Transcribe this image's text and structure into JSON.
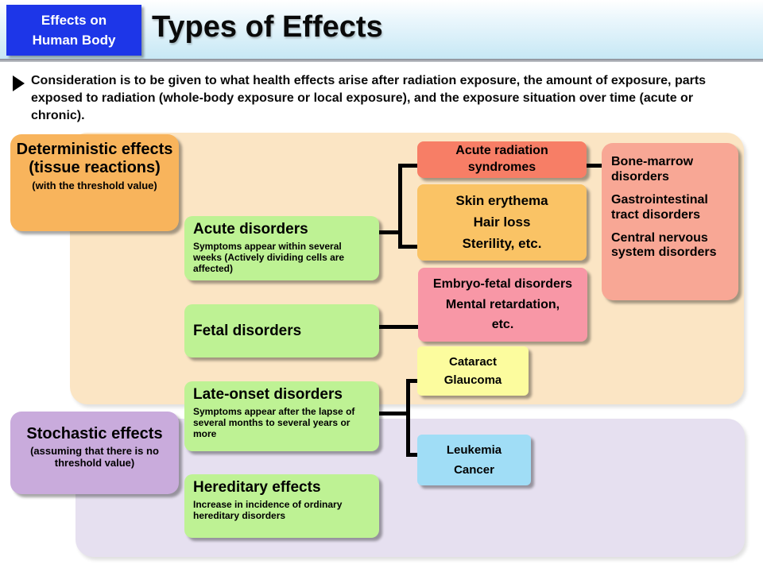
{
  "header": {
    "badge_line1": "Effects on",
    "badge_line2": "Human Body",
    "title": "Types of Effects"
  },
  "intro": "Consideration is to be given to what health effects arise after radiation exposure, the amount of exposure, parts exposed to radiation (whole-body exposure or local exposure), and the exposure situation over time (acute or chronic).",
  "categories": {
    "deterministic": {
      "title": "Deterministic effects (tissue reactions)",
      "note": "(with the threshold value)"
    },
    "stochastic": {
      "title": "Stochastic effects",
      "note": "(assuming that there is no threshold value)"
    }
  },
  "disorders": {
    "acute": {
      "title": "Acute disorders",
      "description": "Symptoms appear within several weeks (Actively dividing cells are affected)"
    },
    "fetal": {
      "title": "Fetal disorders"
    },
    "late_onset": {
      "title": "Late-onset disorders",
      "description": "Symptoms appear after the lapse of several months to several years or more"
    },
    "hereditary": {
      "title": "Hereditary effects",
      "description": "Increase in incidence of ordinary hereditary disorders"
    }
  },
  "outcomes": {
    "acute_radiation_syndromes": {
      "label": "Acute radiation syndromes"
    },
    "acute_symptoms": {
      "lines": [
        "Skin erythema",
        "Hair loss",
        "Sterility, etc."
      ]
    },
    "severe_syndromes": {
      "lines": [
        "Bone-marrow disorders",
        "Gastrointestinal tract disorders",
        "Central nervous system disorders"
      ]
    },
    "embryo_fetal": {
      "lines": [
        "Embryo-fetal disorders",
        "Mental retardation,",
        "etc."
      ]
    },
    "late_outcomes": {
      "lines": [
        "Cataract",
        "Glaucoma"
      ]
    },
    "stochastic_outcomes": {
      "lines": [
        "Leukemia",
        "Cancer"
      ]
    }
  },
  "colors": {
    "badge_blue": "#1d36e8",
    "header_blue": "#c7e8f5",
    "deterministic_region_bg": "#fbe5c4",
    "stochastic_region_bg": "#e6e0f0",
    "deterministic_box": "#f8b45c",
    "stochastic_box": "#c9abdc",
    "disorder_green": "#bef294",
    "syndrome_coral": "#f77e66",
    "symptom_orange": "#fac365",
    "severe_salmon": "#f8a795",
    "embryo_pink": "#f897a6",
    "cataract_yellow": "#fcfc9e",
    "leukemia_blue": "#a0ddf6",
    "connector_black": "#000000"
  }
}
